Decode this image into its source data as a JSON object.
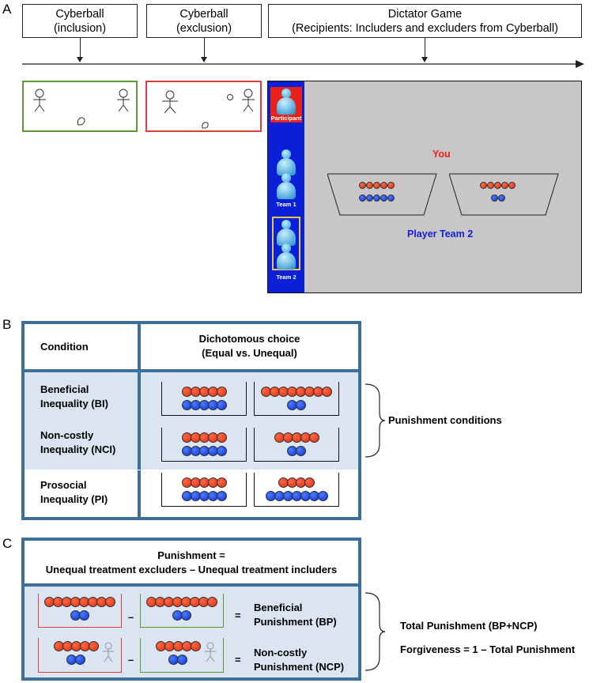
{
  "panel_a": {
    "label": "A",
    "phases": [
      {
        "title": "Cyberball",
        "subtitle": "(inclusion)"
      },
      {
        "title": "Cyberball",
        "subtitle": "(exclusion)"
      },
      {
        "title": "Dictator Game",
        "subtitle": "(Recipients: Includers and excluders from Cyberball)"
      }
    ],
    "screen": {
      "participant_label": "Participant",
      "team1_label": "Team 1",
      "team2_label": "Team 2",
      "you_label": "You",
      "player_label": "Player Team 2"
    }
  },
  "panel_b": {
    "label": "B",
    "header_condition": "Condition",
    "header_choice_line1": "Dichotomous choice",
    "header_choice_line2": "(Equal vs. Unequal)",
    "rows": [
      {
        "line1": "Beneficial",
        "line2": "Inequality (BI)"
      },
      {
        "line1": "Non-costly",
        "line2": "Inequality (NCI)"
      },
      {
        "line1": "Prosocial",
        "line2": "Inequality (PI)"
      }
    ],
    "brace_label": "Punishment conditions"
  },
  "panel_c": {
    "label": "C",
    "header_line1": "Punishment =",
    "header_line2": "Unequal treatment excluders – Unequal treatment includers",
    "minus": "–",
    "equals": "=",
    "rows": [
      {
        "line1": "Beneficial",
        "line2": "Punishment (BP)"
      },
      {
        "line1": "Non-costly",
        "line2": "Punishment (NCP)"
      }
    ],
    "total_label": "Total Punishment (BP+NCP)",
    "forgiveness_label": "Forgiveness = 1 – Total Punishment"
  },
  "colors": {
    "inclusion_border": "#5a9a34",
    "exclusion_border": "#d9413a",
    "table_border": "#3d6f9a",
    "shade": "#dbe5f1",
    "screen_bg": "#c8c6c6",
    "sidebar": "#0a1fd8",
    "red_ball": "#e12a06",
    "blue_ball": "#0c2fd6"
  }
}
